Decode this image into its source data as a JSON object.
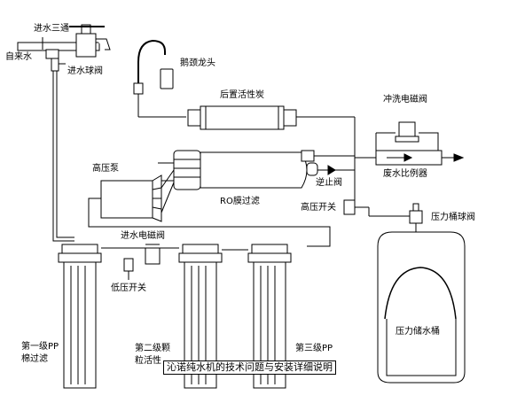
{
  "labels": {
    "inlet_tee": "进水三通",
    "tap_water": "自来水",
    "inlet_ball_valve": "进水球阀",
    "gooseneck_faucet": "鹅颈龙头",
    "post_carbon": "后置活性炭",
    "flush_solenoid": "冲洗电磁阀",
    "high_pressure_pump": "高压泵",
    "waste_ratio_valve": "废水比例器",
    "check_valve": "逆止阀",
    "ro_membrane": "RO膜过滤",
    "high_pressure_switch": "高压开关",
    "tank_ball_valve": "压力桶球阀",
    "inlet_solenoid": "进水电磁阀",
    "low_pressure_switch": "低压开关",
    "pressure_tank": "压力储水桶",
    "stage1_line1": "第一级PP",
    "stage1_line2": "棉过滤",
    "stage2_line1": "第二级颗",
    "stage2_line2": "粒活性",
    "stage3_line1": "第三级PP"
  },
  "caption": "沁诺纯水机的技术问题与安装详细说明",
  "colors": {
    "line": "#000000",
    "background": "#ffffff"
  }
}
